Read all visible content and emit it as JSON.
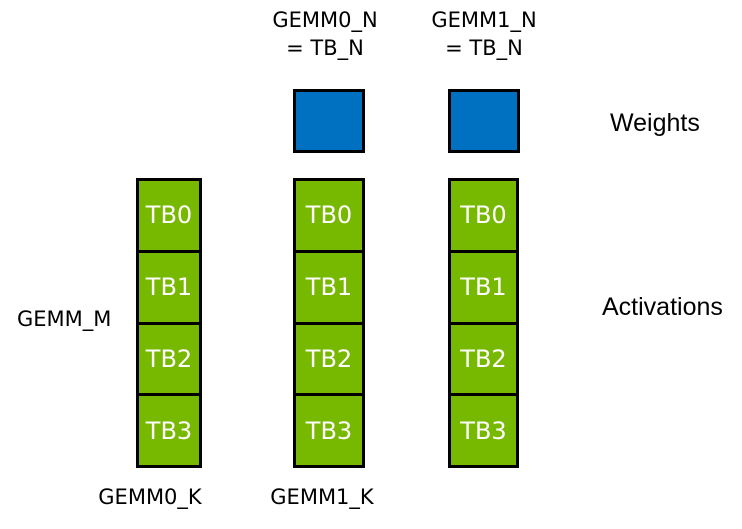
{
  "diagram": {
    "top_labels": [
      {
        "line1": "GEMM0_N",
        "line2": "= TB_N"
      },
      {
        "line1": "GEMM1_N",
        "line2": "= TB_N"
      }
    ],
    "weights_label": "Weights",
    "activations_label": "Activations",
    "gemm_m_label": "GEMM_M",
    "bottom_labels": [
      "GEMM0_K",
      "GEMM1_K"
    ],
    "columns": [
      {
        "cells": [
          "TB0",
          "TB1",
          "TB2",
          "TB3"
        ]
      },
      {
        "cells": [
          "TB0",
          "TB1",
          "TB2",
          "TB3"
        ]
      },
      {
        "cells": [
          "TB0",
          "TB1",
          "TB2",
          "TB3"
        ]
      }
    ],
    "colors": {
      "weights": "#0070C0",
      "activations": "#76B900",
      "border": "#000000",
      "tb_text": "#FFFFFF",
      "label_text": "#000000",
      "background": "#FFFFFF"
    }
  }
}
